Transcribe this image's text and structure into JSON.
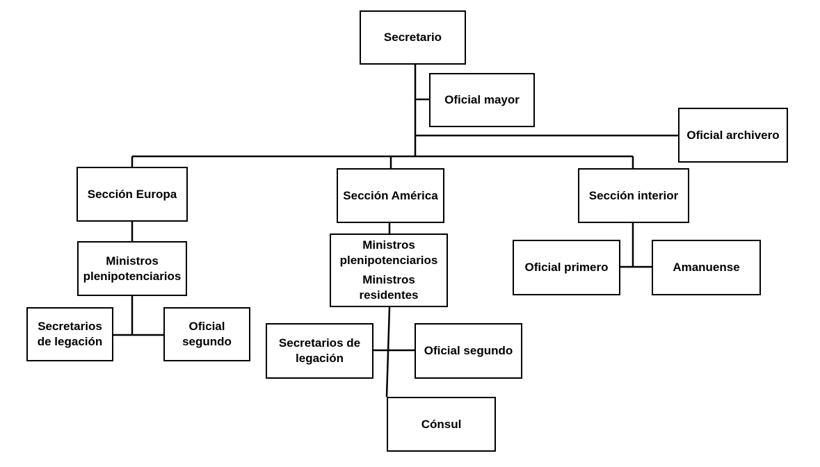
{
  "nodes": {
    "secretario": "Secretario",
    "oficial_mayor": "Oficial mayor",
    "oficial_archivero": "Oficial archivero",
    "seccion_europa": "Sección Europa",
    "seccion_america": "Sección América",
    "seccion_interior": "Sección interior",
    "europa_ministros": [
      "Ministros",
      "plenipotenciarios"
    ],
    "europa_secretarios": [
      "Secretarios",
      "de legación"
    ],
    "europa_oficial_segundo": [
      "Oficial",
      "segundo"
    ],
    "america_ministros_plen": [
      "Ministros",
      "plenipotenciarios"
    ],
    "america_ministros_res": [
      "Ministros",
      "residentes"
    ],
    "america_secretarios": [
      "Secretarios de",
      "legación"
    ],
    "america_oficial_segundo": "Oficial segundo",
    "america_consul": "Cónsul",
    "interior_oficial_primero": "Oficial primero",
    "interior_amanuense": "Amanuense"
  }
}
